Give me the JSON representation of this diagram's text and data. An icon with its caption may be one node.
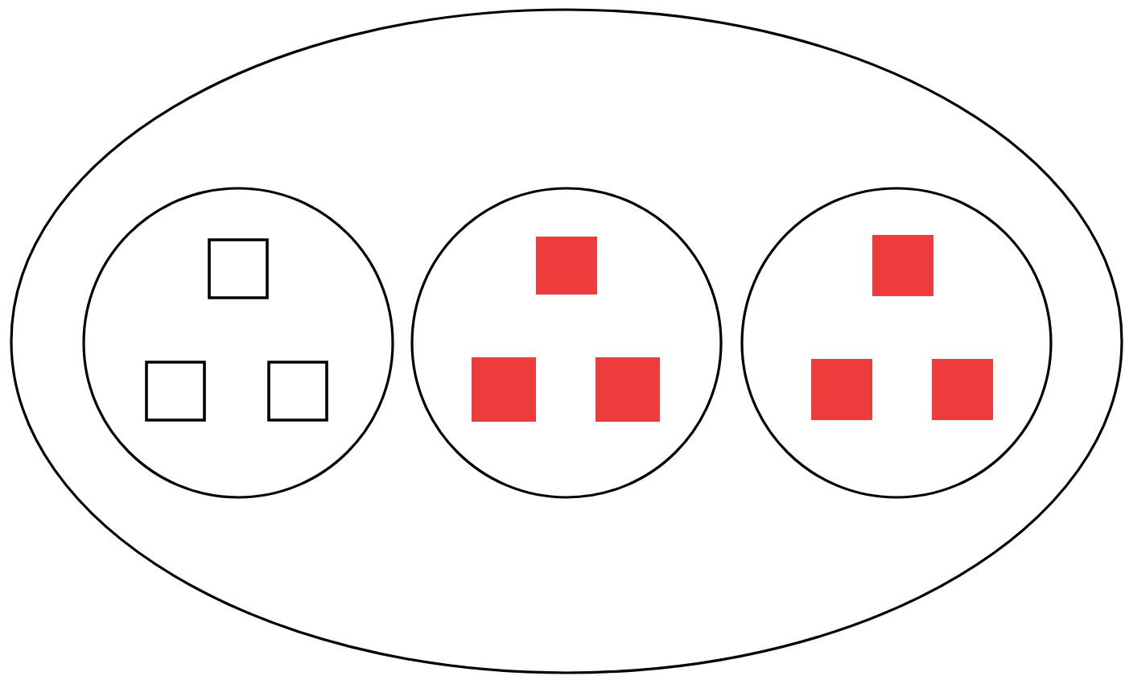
{
  "diagram": {
    "nodes": [
      {
        "text": [],
        "shape": "ellipse"
      },
      {
        "text": [],
        "shape": "circle",
        "in": 0
      },
      {
        "text": [],
        "shape": "box",
        "in": 1
      },
      {
        "text": [],
        "shape": "box",
        "in": 1
      },
      {
        "text": [],
        "shape": "box",
        "in": 1
      },
      {
        "text": [],
        "shape": "circle",
        "in": 0
      },
      {
        "text": [],
        "shape": "box",
        "in": 5
      },
      {
        "text": [],
        "shape": "box",
        "in": 5
      },
      {
        "text": [],
        "shape": "box",
        "in": 5
      },
      {
        "text": [],
        "shape": "circle",
        "in": 0
      },
      {
        "text": [],
        "shape": "box",
        "in": 9
      },
      {
        "text": [],
        "shape": "box",
        "in": 9
      },
      {
        "text": [],
        "shape": "box",
        "in": 9
      }
    ]
  }
}
